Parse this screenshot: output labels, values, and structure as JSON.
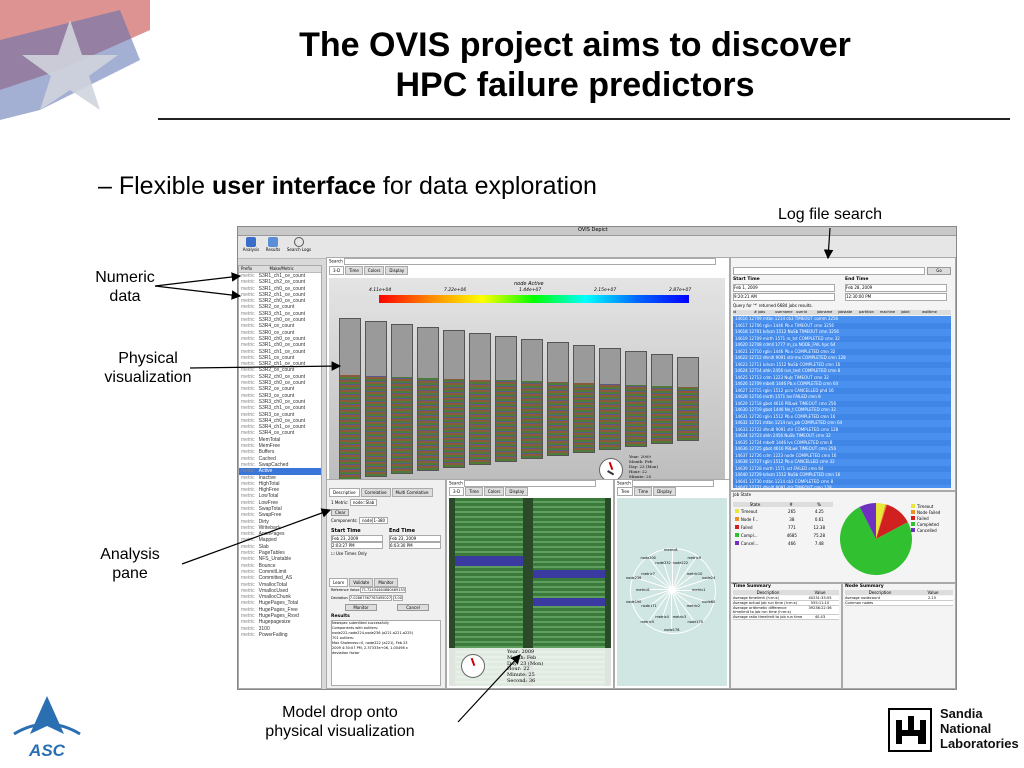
{
  "slide": {
    "title_line1": "The OVIS project aims to discover",
    "title_line2": "HPC failure predictors",
    "bullet_prefix": "– Flexible ",
    "bullet_bold": "user interface",
    "bullet_suffix": " for data exploration"
  },
  "callouts": {
    "log_file_search": "Log file search",
    "numeric_data_1": "Numeric",
    "numeric_data_2": "data",
    "physical_vis_1": "Physical",
    "physical_vis_2": "visualization",
    "analysis_pane_1": "Analysis",
    "analysis_pane_2": "pane",
    "model_drop_1": "Model drop onto",
    "model_drop_2": "physical visualization"
  },
  "logos": {
    "asc": "ASC",
    "sandia_1": "Sandia",
    "sandia_2": "National",
    "sandia_3": "Laboratories"
  },
  "app": {
    "window_title": "OVIS Depict",
    "toolbar": {
      "analysis": "Analysis",
      "results": "Results",
      "search_logs": "Search Logs"
    },
    "metric_panel": {
      "col_prefix": "Prefix",
      "col_metric": "Make/Metric",
      "rows": [
        "S3R1_ch1_ce_count",
        "S3R1_ch2_ce_count",
        "S3R1_ch0_ce_count",
        "S3R2_ch1_ce_count",
        "S3R2_ch0_ce_count",
        "S3R2_ce_count",
        "S3R3_ch1_ce_count",
        "S3R3_ch0_ce_count",
        "S3R4_ce_count",
        "S3R0_ce_count",
        "S3R0_ch0_ce_count",
        "S3R1_ch0_ce_count",
        "S3R1_ch1_ce_count",
        "S3R1_ce_count",
        "S3R2_ch1_ce_count",
        "S3R2_ce_count",
        "S3R2_ch0_ce_count",
        "S3R3_ch0_ce_count",
        "S3R2_ce_count",
        "S3R3_ce_count",
        "S3R3_ch0_ce_count",
        "S3R3_ch1_ce_count",
        "S3R3_ce_count",
        "S3R4_ch0_ce_count",
        "S3R4_ch1_ce_count",
        "S3R4_ce_count",
        "MemTotal",
        "MemFree",
        "Buffers",
        "Cached",
        "SwapCached",
        "Active",
        "Inactive",
        "HighTotal",
        "HighFree",
        "LowTotal",
        "LowFree",
        "SwapTotal",
        "SwapFree",
        "Dirty",
        "Writeback",
        "AnonPages",
        "Mapped",
        "Slab",
        "PageTables",
        "NFS_Unstable",
        "Bounce",
        "CommitLimit",
        "Committed_AS",
        "VmallocTotal",
        "VmallocUsed",
        "VmallocChunk",
        "HugePages_Total",
        "HugePages_Free",
        "HugePages_Rsvd",
        "Hugepagesize",
        "3100",
        "PowerFailing"
      ],
      "selected": "Active"
    },
    "search_label": "Search",
    "vis_tabs": [
      "3-D",
      "Time",
      "Colors",
      "Display"
    ],
    "colorbar": {
      "title": "node Active",
      "ticks": [
        "4.11e+04",
        "7.22e+06",
        "1.44e+07",
        "2.15e+07",
        "2.87e+07"
      ]
    },
    "clock": {
      "year_label": "Year:",
      "year": "2009",
      "month_label": "Month:",
      "month": "Feb",
      "day_label": "Day:",
      "day": "23 (Mon)",
      "hour_label": "Hour:",
      "hour": "22",
      "minute_label": "Minute:",
      "minute": "25",
      "second_label": "Second:",
      "second": "36"
    },
    "log_search": {
      "go": "Go",
      "start_time_label": "Start Time",
      "start_date": "Feb 1, 2009",
      "start_clock": "9:20:21 AM",
      "end_time_label": "End Time",
      "end_date": "Feb 28, 2009",
      "end_clock": "12:30:00 PM",
      "query_result": "Query for '*' returned 6684 jobs results.",
      "columns": [
        "id",
        "# jobs",
        "username",
        "userid",
        "jobname",
        "jobstate",
        "partition",
        "machine",
        "jobid",
        "walltime"
      ],
      "rows": [
        "14616  12709  mtbn  1214  cb3  TIMEOUT  comm  3256",
        "14617  12706  rglin  1446  Pb.x  TIMEOUT  cmn  3256",
        "14618  12701  kdvzn  1512  NuSb  TIMEOUT  cmn  3256",
        "14619  12709  mirth  1571  ro_tst  COMPLETED  cmn  32",
        "14620  12708  cdmll  1777  rn_cu  NODE_FAIL  hpc  64",
        "14621  12710  rglin  1446  Pb.x  COMPLETED  cmn  32",
        "14622  12712  dhnitl  9091  stir-mx  COMPLETED  cmn  128",
        "14623  12711  kdvzn  1512  NuSb  COMPLETED  cmn  16",
        "14624  12714  ahln  2456  run_test  COMPLETED  cmn  8",
        "14625  12713  cdm  1223  NuJs  TIMEOUT  cmn  32",
        "14626  12709  mbelt  1446  Pb.x  COMPLETED  cmn  64",
        "14627  12715  rglin  1512  pcrx  CANCELLED  phd  16",
        "14628  12716  mirth  1571  lvs  FAILED  cmn  8",
        "14629  12718  gbot  4616  PBLwk  TIMEOUT  cmn  256",
        "14630  12719  gbot  1446  Ne_t  COMPLETED  cmn  32",
        "14631  12720  rglin  1512  Pb.x  COMPLETED  cmn  16",
        "14632  12721  mtbn  1214  run_pb  COMPLETED  cmn  64",
        "14633  12722  dhnitl  9091  stir  COMPLETED  cmn  128",
        "14634  12723  ahln  2456  NuSb  TIMEOUT  cmn  32",
        "14635  12724  mbelt  1446  lvs  COMPLETED  cmn  8",
        "14636  12725  gbot  4616  PBLwk  TIMEOUT  cmn  256",
        "14637  12726  cdm  1223  node  COMPLETED  cmn  16",
        "14638  12727  rglin  1512  Pb.x  CANCELLED  cmn  32",
        "14639  12728  mirth  1571  sst  FAILED  cmn  64",
        "14640  12729  kdvzn  1512  NuSb  COMPLETED  cmn  16",
        "14641  12730  mtbn  1214  cb3  COMPLETED  cmn  8",
        "14642  12731  dhnitl  9091  stir  TIMEOUT  cmn  128",
        "14643  12732  ahln  2456  run_test  COMPLETED  cmn  32"
      ]
    },
    "analysis": {
      "tabs": [
        "Descriptive",
        "Correlative",
        "Multi Correlative"
      ],
      "metric_label": "1 Metric:",
      "metric_value": "node::Slab",
      "clear": "Clear",
      "components_label": "Components:",
      "components_value": "node[1-380",
      "start_time_label": "Start Time",
      "start_date": "Feb 23, 2009",
      "start_clock": "2:03:27 PM",
      "end_time_label": "End Time",
      "end_date": "Feb 23, 2009",
      "end_clock": "6:03:30 PM",
      "use_times_only": "Use Times Only",
      "subtabs": [
        "Learn",
        "Validate",
        "Monitor"
      ],
      "reference_value_label": "Reference Value",
      "reference_value": "71.72434464880469153",
      "deviation_label": "Deviation",
      "deviation_value": "7.02867367763495027",
      "deviation_num": "3.00",
      "monitor_btn": "Monitor",
      "cancel_btn": "Cancel",
      "results_label": "Results",
      "results_line1": "Newspec submitted successfully",
      "results_line2": "Components with outliers:",
      "results_line3": "node222,node224,node236 (a221.a221.a225)",
      "results_line4": "701 outliers:",
      "results_line5": "Max Shaleness=0, node222 (a221), Feb 23",
      "results_line6": "2009 4:30:07 PM, 2.37333e+06, 1.00498 x",
      "results_line7": "deviation factor"
    },
    "small_vis": {
      "tabs": [
        "3-D",
        "Time",
        "Colors",
        "Display"
      ],
      "clock_lines": [
        "Year: 2009",
        "Month: Feb",
        "Day: 23 (Mon)",
        "Hour: 22",
        "Minute: 25",
        "Second: 36"
      ]
    },
    "tree_vis": {
      "tabs": [
        "Tree",
        "Time",
        "Display"
      ],
      "labels": [
        "metric1",
        "node60",
        "metric2",
        "node170",
        "metric3",
        "node178",
        "metric4",
        "metric5",
        "node171",
        "node190",
        "metric6",
        "node236",
        "metric7",
        "node200",
        "node232",
        "metric8",
        "node222",
        "metric9",
        "metric10",
        "node24"
      ]
    },
    "job_state": {
      "header": "Job State",
      "columns": [
        "State",
        "#",
        "%"
      ],
      "rows": [
        {
          "state": "Timeout",
          "count": "265",
          "pct": "4.25",
          "color": "#e8e83a"
        },
        {
          "state": "Node F...",
          "count": "38",
          "pct": "0.61",
          "color": "#f09020"
        },
        {
          "state": "Failed",
          "count": "771",
          "pct": "12.38",
          "color": "#d02020"
        },
        {
          "state": "Compl...",
          "count": "4685",
          "pct": "75.28",
          "color": "#30c030"
        },
        {
          "state": "Cancel...",
          "count": "466",
          "pct": "7.48",
          "color": "#7030c0"
        }
      ],
      "legend": [
        "Timeout",
        "Node Failed",
        "Failed",
        "Completed",
        "Cancelled"
      ]
    },
    "time_summary": {
      "title": "Time Summary",
      "col_desc": "Description",
      "col_value": "Value",
      "rows": [
        {
          "desc": "Average timelimit (h:m:s)",
          "value": "40231:33:55"
        },
        {
          "desc": "Average actual job run time (h:m:s)",
          "value": "555:11:10"
        },
        {
          "desc": "Average arithmetic difference timelimit to job run time (h:m:s)",
          "value": "39236:22:36"
        },
        {
          "desc": "Average ratio timelimit to job run time",
          "value": "40.43"
        }
      ]
    },
    "node_summary": {
      "title": "Node Summary",
      "col_desc": "Description",
      "col_value": "Value",
      "rows": [
        {
          "desc": "Average nodecount",
          "value": "2.15"
        },
        {
          "desc": "Common nodes",
          "value": ""
        }
      ]
    }
  }
}
